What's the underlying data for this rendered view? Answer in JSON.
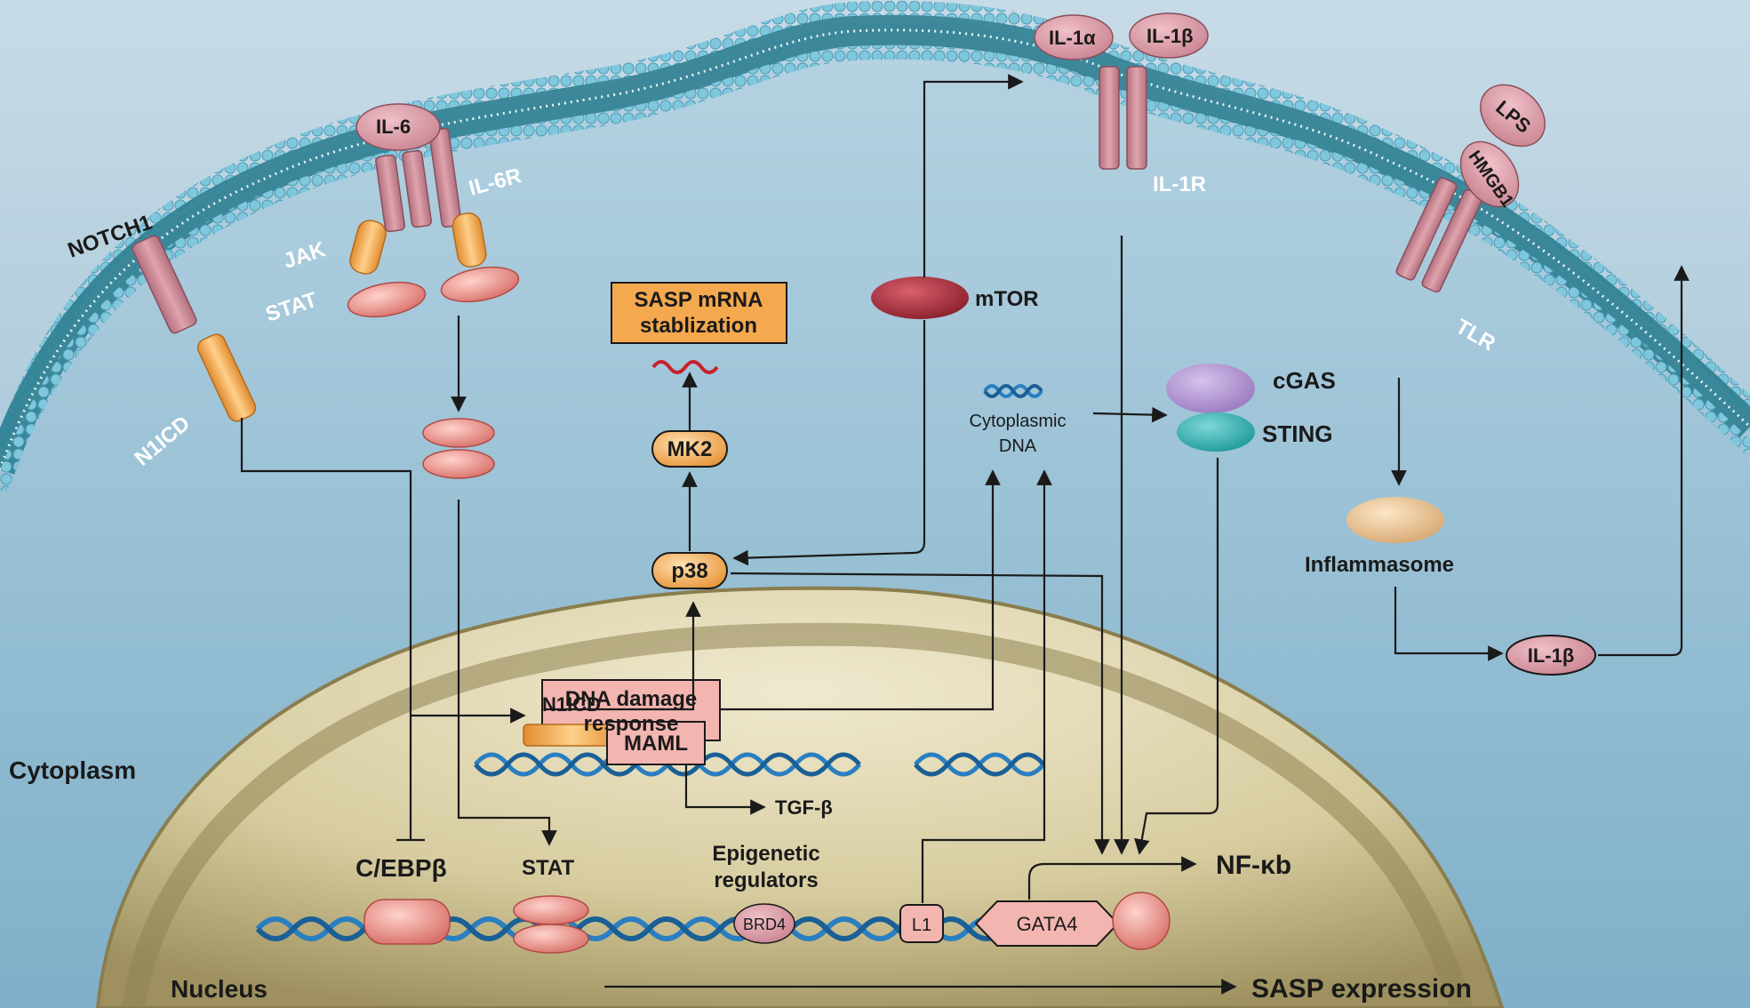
{
  "regions": {
    "cytoplasm": "Cytoplasm",
    "nucleus": "Nucleus"
  },
  "membrane": {
    "notch1": "NOTCH1",
    "n1icd": "N1ICD",
    "il6": "IL-6",
    "il6r": "IL-6R",
    "jak": "JAK",
    "stat": "STAT",
    "il1a": "IL-1α",
    "il1b": "IL-1β",
    "il1r": "IL-1R",
    "lps": "LPS",
    "hmgb1": "HMGB1",
    "tlr": "TLR"
  },
  "cytoplasm_items": {
    "sasp_mrna_line1": "SASP mRNA",
    "sasp_mrna_line2": "stablization",
    "mk2": "MK2",
    "p38": "p38",
    "mtor": "mTOR",
    "cyto_dna_line1": "Cytoplasmic",
    "cyto_dna_line2": "DNA",
    "cgas": "cGAS",
    "sting": "STING",
    "inflammasome": "Inflammasome",
    "il1b_out": "IL-1β"
  },
  "nucleus_items": {
    "dna_damage_line1": "DNA damage",
    "dna_damage_line2": "response",
    "n1icd": "N1ICD",
    "maml": "MAML",
    "tgfb": "TGF-β",
    "cebpb": "C/EBPβ",
    "stat": "STAT",
    "epigenetic_line1": "Epigenetic",
    "epigenetic_line2": "regulators",
    "brd4": "BRD4",
    "l1": "L1",
    "gata4": "GATA4",
    "nfkb": "NF-κb",
    "sasp_expression": "SASP expression"
  },
  "colors": {
    "cytoplasm_bg": "#a9c9da",
    "membrane": "#3f8ea0",
    "lipid_head": "#7fc4da",
    "nucleus": "#bfb38a",
    "receptor": "#c98592",
    "orange_protein": "#f0a858",
    "salmon_protein": "#e58a82",
    "dna": "#2a7fc0",
    "mtor": "#a02a38",
    "cgas": "#a98bc9",
    "sting": "#2aa6a6",
    "inflammasome": "#e8c49a"
  }
}
